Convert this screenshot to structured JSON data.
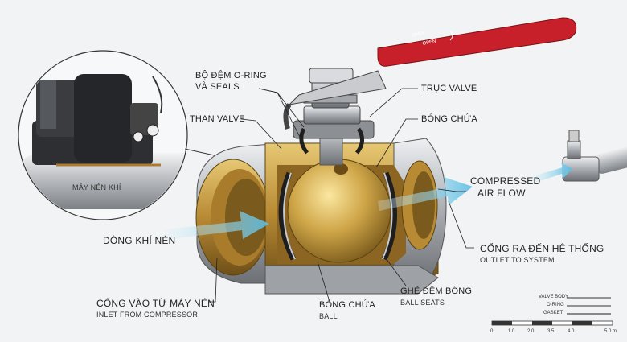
{
  "labels": {
    "oring_seals_line1": "BỘ ĐỆM O-RING",
    "oring_seals_line2": "VÀ SEALS",
    "valve_stem": "TRỤC VALVE",
    "valve_body": "THAN VALVE",
    "ball_top": "BÓNG CHỨA",
    "compressor": "MÁY NÉN KHÍ",
    "compressed_line1": "COMPRESSED",
    "compressed_line2": "AIR FLOW",
    "inflow": "DÒNG KHÍ NÉN",
    "outlet_vn": "CỔNG RA ĐẾN HỆ THỐNG",
    "outlet_en": "OUTLET TO SYSTEM",
    "inlet_vn": "CỔNG VÀO TỪ MÁY NÉN",
    "inlet_en": "INLET FROM COMPRESSOR",
    "ball_bottom_vn": "BÓNG CHỨA",
    "ball_bottom_en": "BALL",
    "seats_vn": "GHẾ ĐỆM BÓNG",
    "seats_en": "BALL SEATS",
    "handle_text_1": "OPEN",
    "handle_text_2": "OPEN"
  },
  "legend": {
    "items": [
      "VALVE BODY",
      "O-RING",
      "GASKET"
    ]
  },
  "scale": {
    "ticks": [
      "0",
      "1.0",
      "2.0",
      "3.5",
      "4.0",
      "5.0 m"
    ]
  },
  "colors": {
    "brass": "#c9a24a",
    "steel": "#b9bcc0",
    "handle": "#c8202a",
    "airflow": "#6fc6e6"
  }
}
